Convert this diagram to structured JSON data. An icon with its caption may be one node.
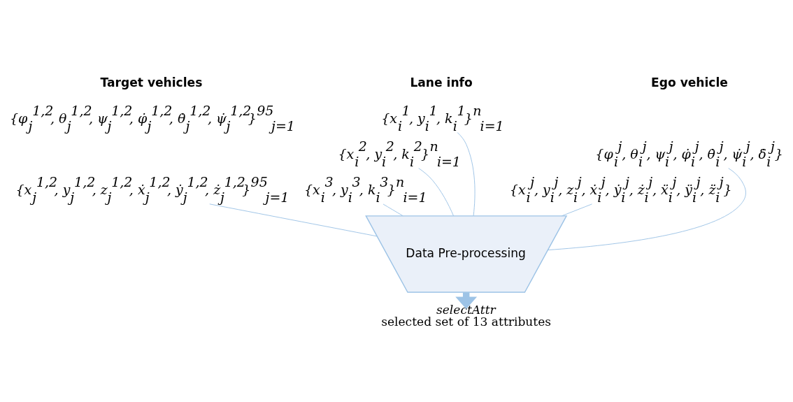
{
  "diagram": {
    "nodes": [
      {
        "text": [
          "{φ$_{i}$$^{j}$, θ$_{i}$$^{j}$, ψ$_{i}$$^{j}$, φ̇$_{i}$$^{j}$, θ̇$_{i}$$^{j}$, ψ̇$_{i}$$^{j}$, δ̇$_{i}$$^{j}$}"
        ]
      },
      {
        "text": [
          "{x$_{i}$$^{j}$, y$_{i}$$^{j}$, z$_{i}$$^{j}$, ẋ$_{i}$$^{j}$, ẏ$_{i}$$^{j}$, ż$_{i}$$^{j}$, ẍ$_{i}$$^{j}$, ÿ$_{i}$$^{j}$, z̈$_{i}$$^{j}$}"
        ]
      },
      {
        "text": [
          "{φ$_{j}$$^{1,2}$, θ$_{j}$$^{1,2}$, ψ$_{j}$$^{1,2}$, φ̇$_{j}$$^{1,2}$, θ̇$_{j}$$^{1,2}$, ψ̇$_{j}$$^{1,2}$}$^{95}$$_{j=1}$"
        ]
      },
      {
        "text": [
          "{x$_{j}$$^{1,2}$, y$_{j}$$^{1,2}$, z$_{j}$$^{1,2}$, ẋ$_{j}$$^{1,2}$, ẏ$_{j}$$^{1,2}$, ż$_{j}$$^{1,2}$}$^{95}$$_{j=1}$"
        ]
      },
      {
        "text": [
          "{x$_{i}$$^{1}$, y$_{i}$$^{1}$, k$_{i}$$^{1}$}$^{n}$$_{i=1}$"
        ]
      },
      {
        "text": [
          "{x$_{i}$$^{2}$, y$_{i}$$^{2}$, k$_{i}$$^{2}$}$^{n}$$_{i=1}$"
        ]
      },
      {
        "text": [
          "{x$_{i}$$^{3}$, y$_{i}$$^{3}$, k$_{i}$$^{3}$}$^{n}$$_{i=1}$"
        ]
      },
      {
        "text": [
          "Data Pre-processing"
        ]
      },
      {
        "text": [
          "selectAttr",
          "selected set of 13 attributes"
        ]
      }
    ],
    "edges": [
      {
        "from": 0,
        "to": 7,
        "arrow": "none"
      },
      {
        "from": 1,
        "to": 7,
        "arrow": "none"
      },
      {
        "from": 3,
        "to": 7,
        "arrow": "none"
      },
      {
        "from": 4,
        "to": 7,
        "arrow": "none"
      },
      {
        "from": 5,
        "to": 7,
        "arrow": "none"
      },
      {
        "from": 6,
        "to": 7,
        "arrow": "none"
      },
      {
        "from": 7,
        "to": 8,
        "arrow": "to",
        "style": "thick"
      }
    ],
    "labels": [
      "Target vehicles",
      "Lane info",
      "Ego vehicle"
    ]
  }
}
